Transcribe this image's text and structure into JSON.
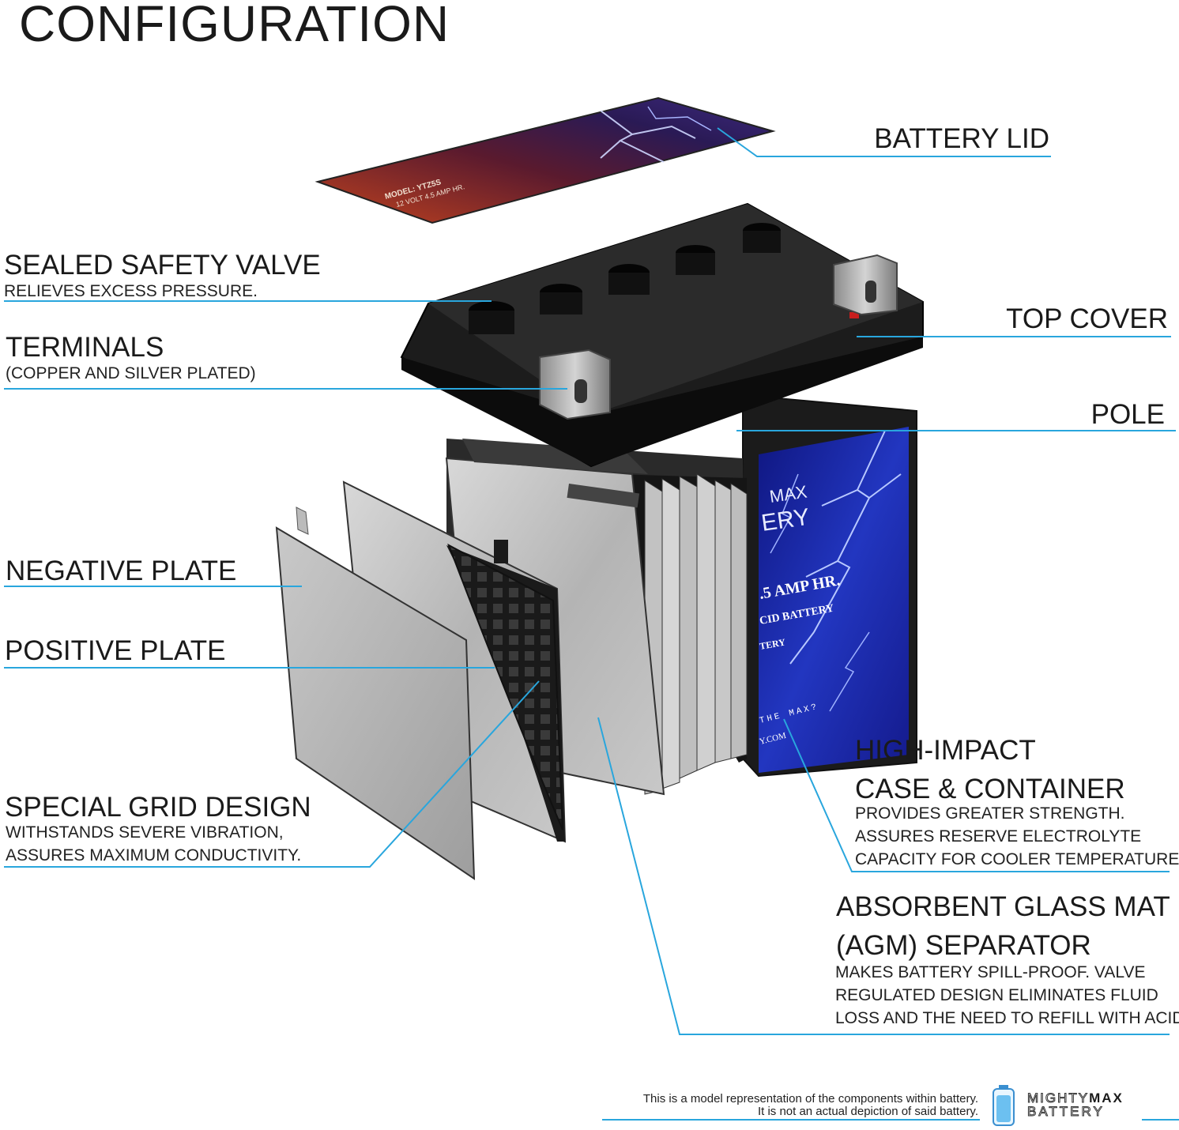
{
  "title": "CONFIGURATION",
  "labels": {
    "battery_lid": "BATTERY LID",
    "sealed_valve": "SEALED SAFETY VALVE",
    "sealed_valve_sub": "RELIEVES EXCESS PRESSURE.",
    "top_cover": "TOP COVER",
    "terminals": "TERMINALS",
    "terminals_sub": "(COPPER AND SILVER PLATED)",
    "pole": "POLE",
    "negative_plate": "NEGATIVE PLATE",
    "positive_plate": "POSITIVE PLATE",
    "grid_design": "SPECIAL GRID DESIGN",
    "grid_sub_1": "WITHSTANDS SEVERE VIBRATION,",
    "grid_sub_2": "ASSURES MAXIMUM CONDUCTIVITY.",
    "case_1": "HIGH-IMPACT",
    "case_2": "CASE & CONTAINER",
    "case_sub_1": "PROVIDES GREATER STRENGTH.",
    "case_sub_2": "ASSURES RESERVE ELECTROLYTE",
    "case_sub_3": "CAPACITY FOR COOLER TEMPERATURES.",
    "agm_1": "ABSORBENT GLASS MAT",
    "agm_2": "(AGM) SEPARATOR",
    "agm_sub_1": "MAKES BATTERY SPILL-PROOF. VALVE",
    "agm_sub_2": "REGULATED DESIGN ELIMINATES FLUID",
    "agm_sub_3": "LOSS AND THE NEED TO REFILL WITH ACID."
  },
  "lid_text": {
    "model": "MODEL: YTZ5S",
    "spec": "12 VOLT 4.5 AMP HR."
  },
  "case_text": {
    "brand_1": "MAX",
    "brand_2": "ERY",
    "amp": ".5 AMP HR.",
    "acid": "CID BATTERY",
    "tery": "TERY",
    "max": "THE MAX?",
    "com": "Y.COM"
  },
  "footer": {
    "note_1": "This is a model representation of the components within battery.",
    "note_2": "It is not an actual depiction of said battery.",
    "logo_1a": "MIGHTY",
    "logo_1b": "MAX",
    "logo_2": "BATTERY"
  },
  "colors": {
    "leader": "#29a6dd",
    "lid_red": "#b83a1e",
    "case_blue": "#1d2aa0",
    "cover": "#141414"
  }
}
